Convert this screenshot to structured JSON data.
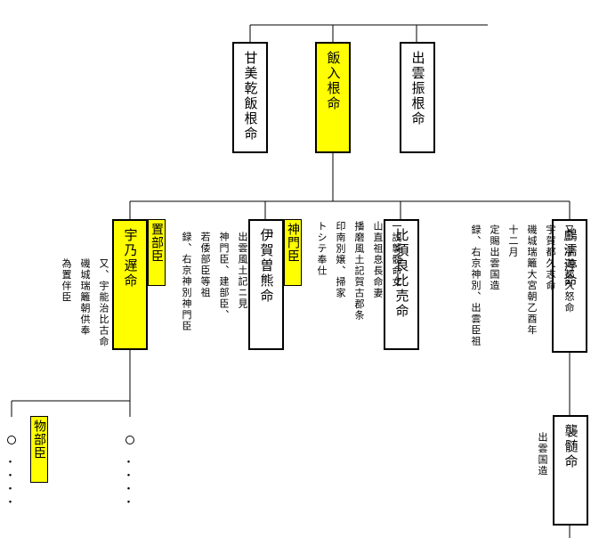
{
  "top": {
    "amami": "甘美乾飯根命",
    "iiiri": "飯入根命",
    "izumo_furune": "出雲振根命"
  },
  "mid": {
    "uno": "宇乃遅命",
    "uno_tag": "置部臣",
    "uno_note": "又、宇能治比古命　磯城瑞籬朝供奉　為置伴臣",
    "iga": "伊賀曽熊命",
    "iga_tag": "神門臣",
    "iga_note": "出雲風土記ニ見　神門臣、建部臣、　若倭部臣等祖　録、右京神別神門臣",
    "hisu": "比須良比売命",
    "hisu_note": "一説襲髄命女　山直祖息長命妻　播磨風土記賀古郡条　印南別嬢、掃家　トシテ奉仕",
    "ukatsu": "鸕濡渟命",
    "ukatsu_note": "又、宇迦都久怒命　宇賀都久志命　磯城瑞籬大宮朝乙酉年　十二月　定賜出雲国造　録、右京神別、出雲臣祖"
  },
  "bottom": {
    "mononobe_tag": "物部臣",
    "kamutsu": "襲髄命",
    "kamutsu_note": "出雲国造",
    "circle_dots": "・・・・"
  }
}
